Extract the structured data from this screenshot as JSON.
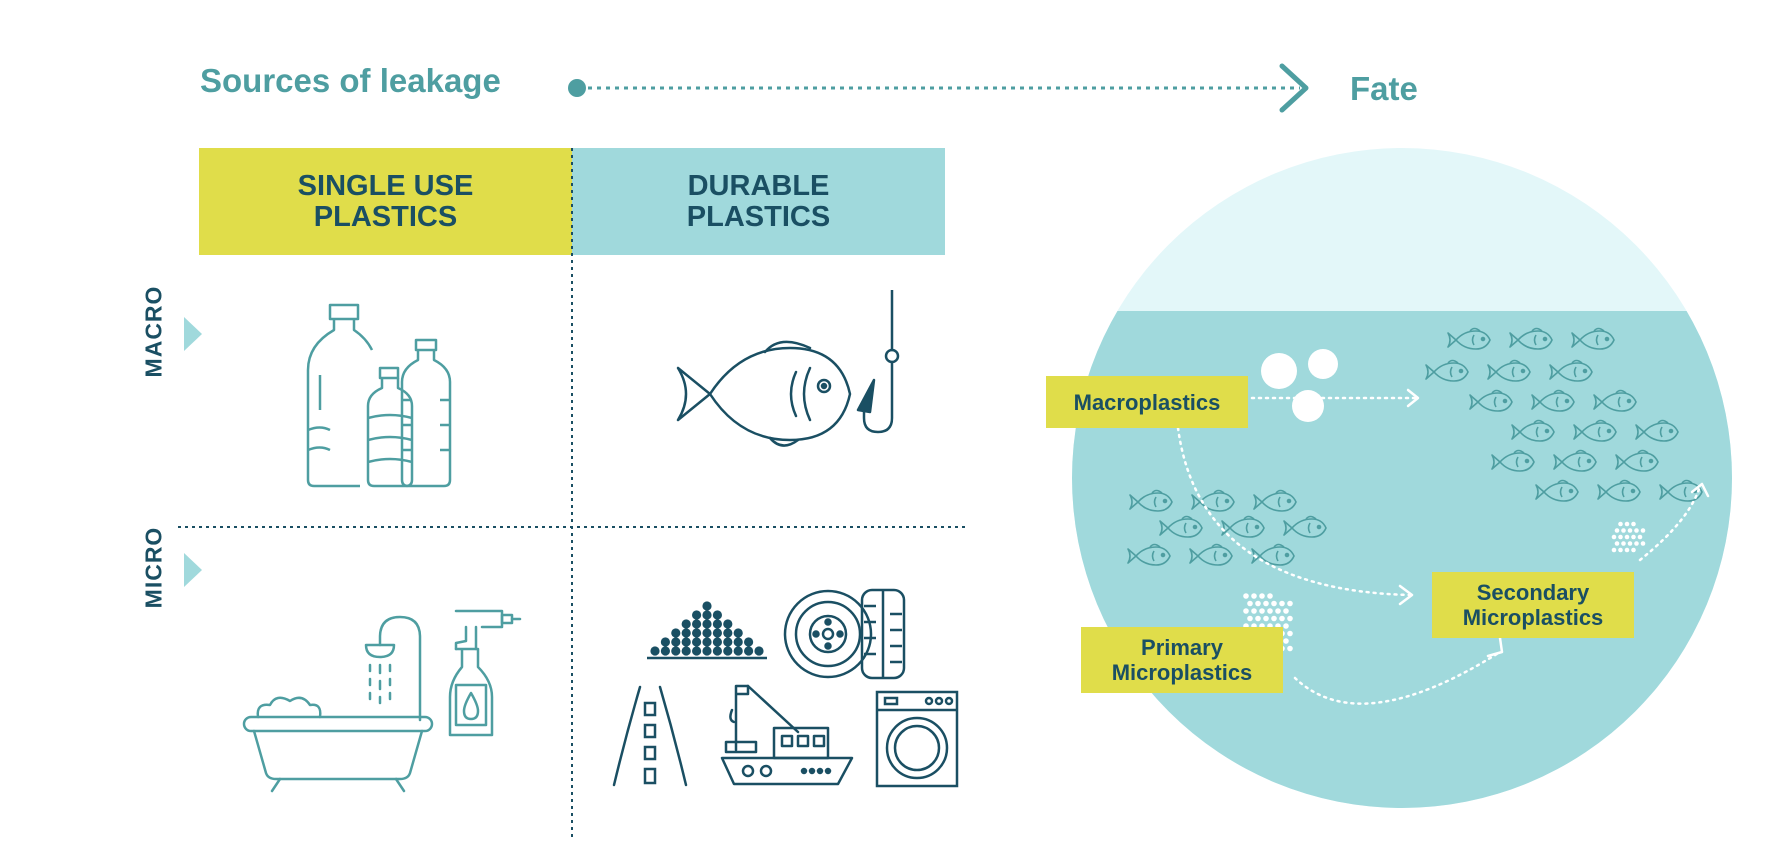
{
  "header": {
    "sources_label": "Sources of leakage",
    "fate_label": "Fate"
  },
  "columns": {
    "single_use": "SINGLE USE\nPLASTICS",
    "durable": "DURABLE\nPLASTICS"
  },
  "rows": {
    "macro": "MACRO",
    "micro": "MICRO"
  },
  "fate": {
    "macroplastics": "Macroplastics",
    "primary": "Primary\nMicroplastics",
    "secondary": "Secondary\nMicroplastics"
  },
  "colors": {
    "teal_dark": "#1a4f63",
    "teal_mid": "#4e9ea1",
    "teal_light": "#a0d9dc",
    "sky": "#e3f7f9",
    "yellow": "#e0dd4a"
  },
  "icons": [
    "bottles-icon",
    "fish-hook-icon",
    "bathtub-shower-icon",
    "spray-bottle-icon",
    "pellets-pile-icon",
    "tire-icon",
    "road-icon",
    "fishing-boat-icon",
    "washing-machine-icon",
    "fish-icon"
  ]
}
